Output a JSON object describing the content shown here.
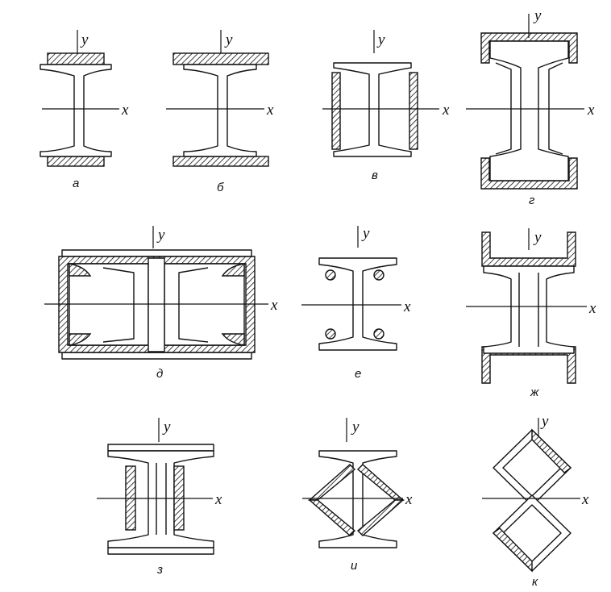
{
  "axis_labels": {
    "x": "x",
    "y": "y"
  },
  "figures": [
    {
      "id": "a",
      "caption": "а"
    },
    {
      "id": "b",
      "caption": "б"
    },
    {
      "id": "v",
      "caption": "в"
    },
    {
      "id": "g",
      "caption": "г"
    },
    {
      "id": "d",
      "caption": "д"
    },
    {
      "id": "e",
      "caption": "е"
    },
    {
      "id": "zh",
      "caption": "ж"
    },
    {
      "id": "z",
      "caption": "з"
    },
    {
      "id": "i",
      "caption": "и"
    },
    {
      "id": "k",
      "caption": "к"
    }
  ]
}
